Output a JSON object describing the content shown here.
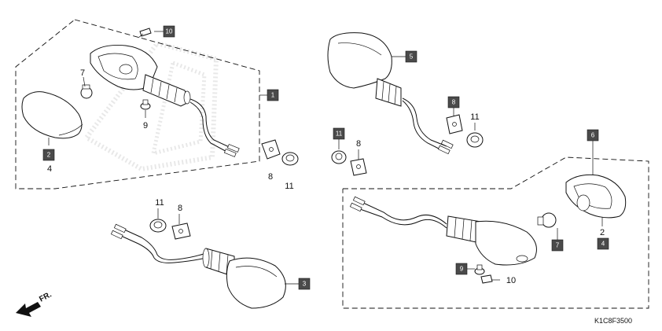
{
  "diagram_code": "K1C8F3500",
  "direction_label": "FR.",
  "callouts": {
    "c10_top": "10",
    "c1": "1",
    "c5": "5",
    "c8_boxed": "8",
    "c11_boxed": "11",
    "c6": "6",
    "c3": "3",
    "c2_boxed": "2",
    "c7_boxed": "7",
    "c4_boxed": "4",
    "c9_boxed": "9"
  },
  "labels": {
    "l7_top": "7",
    "l9_top": "9",
    "l4_left": "4",
    "l8_mid": "8",
    "l11_mid": "11",
    "l8_center": "8",
    "l11_upper": "11",
    "l11_lower": "11",
    "l8_lower": "8",
    "l2_right": "2",
    "l10_bottom": "10"
  },
  "colors": {
    "callout_fill": "#4a4a4a",
    "line": "#111111",
    "watermark": "#c0c0c0"
  }
}
